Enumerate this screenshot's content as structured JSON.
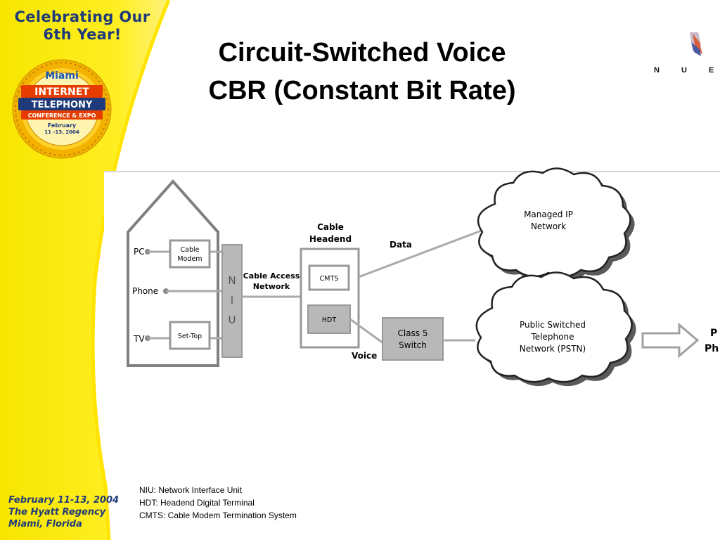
{
  "sidebar": {
    "celebrating": [
      "Celebrating Our",
      "6th Year!"
    ],
    "badge": {
      "city": "Miami",
      "line1": "INTERNET",
      "line2": "TELEPHONY",
      "line3": "CONFERENCE & EXPO",
      "month": "February",
      "dates": "11 -13, 2004"
    },
    "event": [
      "February 11-13, 2004",
      "The Hyatt Regency",
      "Miami, Florida"
    ]
  },
  "title": [
    "Circuit-Switched Voice",
    "CBR (Constant Bit Rate)"
  ],
  "logo": {
    "text": "N U E R"
  },
  "diagram": {
    "home_ports": [
      "PC",
      "Phone",
      "TV"
    ],
    "cable_modem": [
      "Cable",
      "Modem"
    ],
    "set_top": "Set-Top",
    "niu": [
      "N",
      "I",
      "U"
    ],
    "cable_access": [
      "Cable Access",
      "Network"
    ],
    "cable_headend": [
      "Cable",
      "Headend"
    ],
    "cmts": "CMTS",
    "hdt": "HDT",
    "data_label": "Data",
    "voice_label": "Voice",
    "class5": [
      "Class 5",
      "Switch"
    ],
    "managed_ip": [
      "Managed IP",
      "Network"
    ],
    "pstn": [
      "Public Switched",
      "Telephone",
      "Network (PSTN)"
    ],
    "arrow_target": [
      "P",
      "Ph"
    ]
  },
  "footnotes": [
    "NIU: Network Interface Unit",
    "HDT: Headend Digital Terminal",
    "CMTS: Cable Modem Termination System"
  ]
}
